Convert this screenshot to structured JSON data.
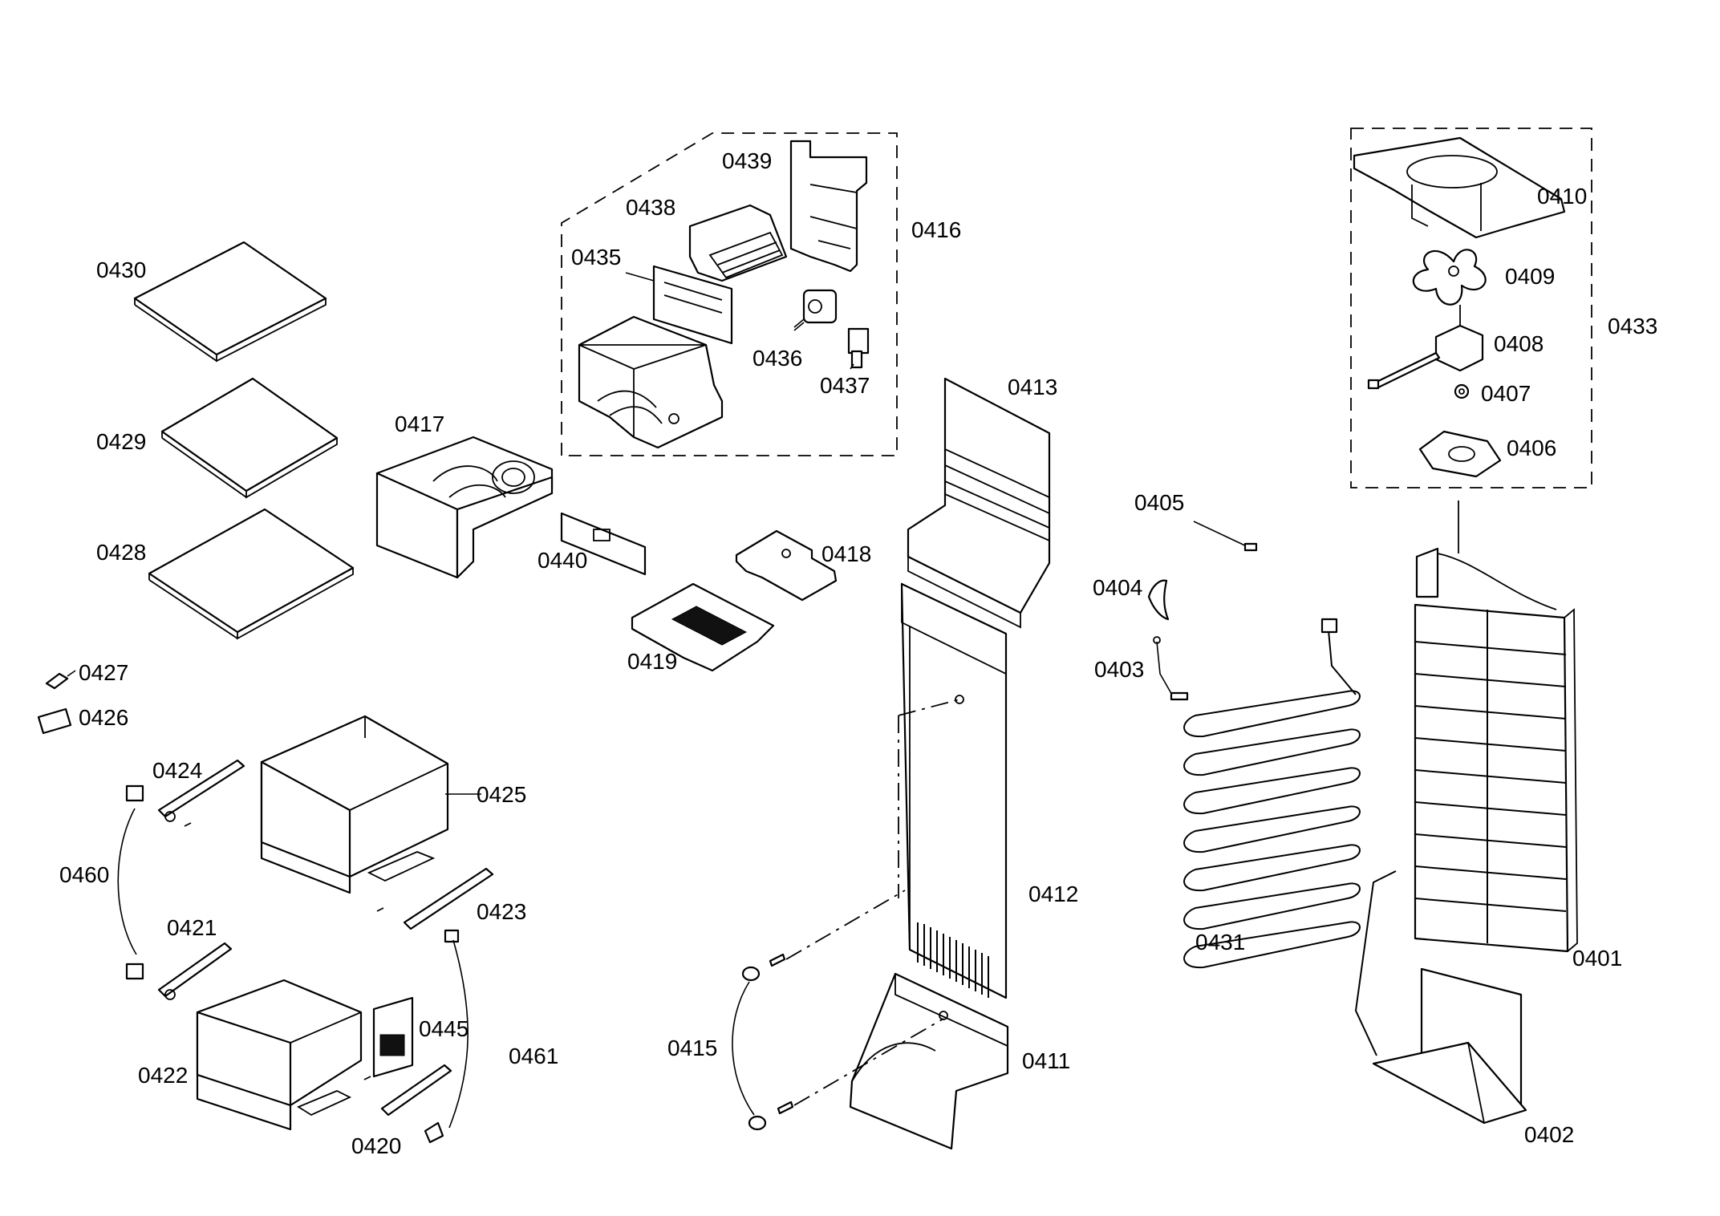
{
  "parts": [
    {
      "id": "p0401",
      "label": "0401"
    },
    {
      "id": "p0402",
      "label": "0402"
    },
    {
      "id": "p0403",
      "label": "0403"
    },
    {
      "id": "p0404",
      "label": "0404"
    },
    {
      "id": "p0405",
      "label": "0405"
    },
    {
      "id": "p0406",
      "label": "0406"
    },
    {
      "id": "p0407",
      "label": "0407"
    },
    {
      "id": "p0408",
      "label": "0408"
    },
    {
      "id": "p0409",
      "label": "0409"
    },
    {
      "id": "p0410",
      "label": "0410"
    },
    {
      "id": "p0411",
      "label": "0411"
    },
    {
      "id": "p0412",
      "label": "0412"
    },
    {
      "id": "p0413",
      "label": "0413"
    },
    {
      "id": "p0415",
      "label": "0415"
    },
    {
      "id": "p0416",
      "label": "0416"
    },
    {
      "id": "p0417",
      "label": "0417"
    },
    {
      "id": "p0418",
      "label": "0418"
    },
    {
      "id": "p0419",
      "label": "0419"
    },
    {
      "id": "p0420",
      "label": "0420"
    },
    {
      "id": "p0421",
      "label": "0421"
    },
    {
      "id": "p0422",
      "label": "0422"
    },
    {
      "id": "p0423",
      "label": "0423"
    },
    {
      "id": "p0424",
      "label": "0424"
    },
    {
      "id": "p0425",
      "label": "0425"
    },
    {
      "id": "p0426",
      "label": "0426"
    },
    {
      "id": "p0427",
      "label": "0427"
    },
    {
      "id": "p0428",
      "label": "0428"
    },
    {
      "id": "p0429",
      "label": "0429"
    },
    {
      "id": "p0430",
      "label": "0430"
    },
    {
      "id": "p0431",
      "label": "0431"
    },
    {
      "id": "p0433",
      "label": "0433"
    },
    {
      "id": "p0435",
      "label": "0435"
    },
    {
      "id": "p0436",
      "label": "0436"
    },
    {
      "id": "p0437",
      "label": "0437"
    },
    {
      "id": "p0438",
      "label": "0438"
    },
    {
      "id": "p0439",
      "label": "0439"
    },
    {
      "id": "p0440",
      "label": "0440"
    },
    {
      "id": "p0445",
      "label": "0445"
    },
    {
      "id": "p0460",
      "label": "0460"
    },
    {
      "id": "p0461",
      "label": "0461"
    }
  ]
}
